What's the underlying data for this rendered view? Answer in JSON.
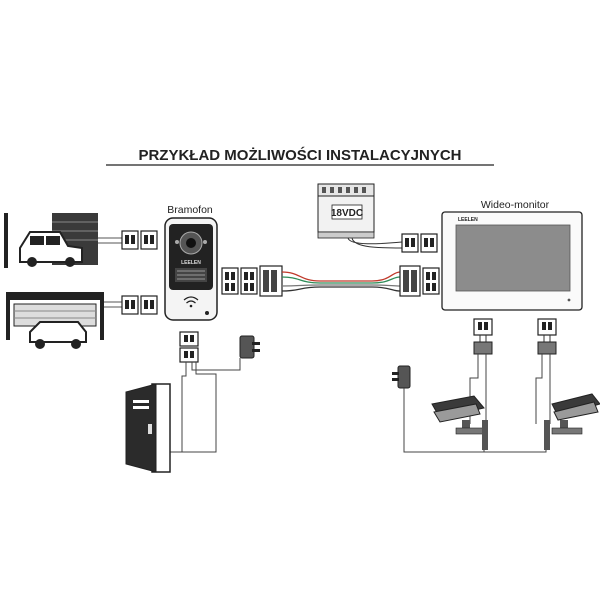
{
  "title": "PRZYKŁAD MOŻLIWOŚCI INSTALACYJNYCH",
  "labels": {
    "intercom": "Bramofon",
    "monitor": "Wideo-monitor",
    "power_supply": "18VDC"
  },
  "brand_marks": {
    "intercom": "LEELEN",
    "monitor": "LEELEN"
  },
  "icons": {
    "garage_gate": "garage-gate-icon",
    "sliding_gate": "sliding-gate-icon",
    "door": "door-icon",
    "cctv_camera": "cctv-camera-icon",
    "power_adapter": "power-adapter-icon"
  },
  "colors": {
    "line": "#333333",
    "wire_red": "#c0392b",
    "wire_green": "#2e8b57",
    "wire_gray": "#777777",
    "screen": "#8c8c8c"
  }
}
